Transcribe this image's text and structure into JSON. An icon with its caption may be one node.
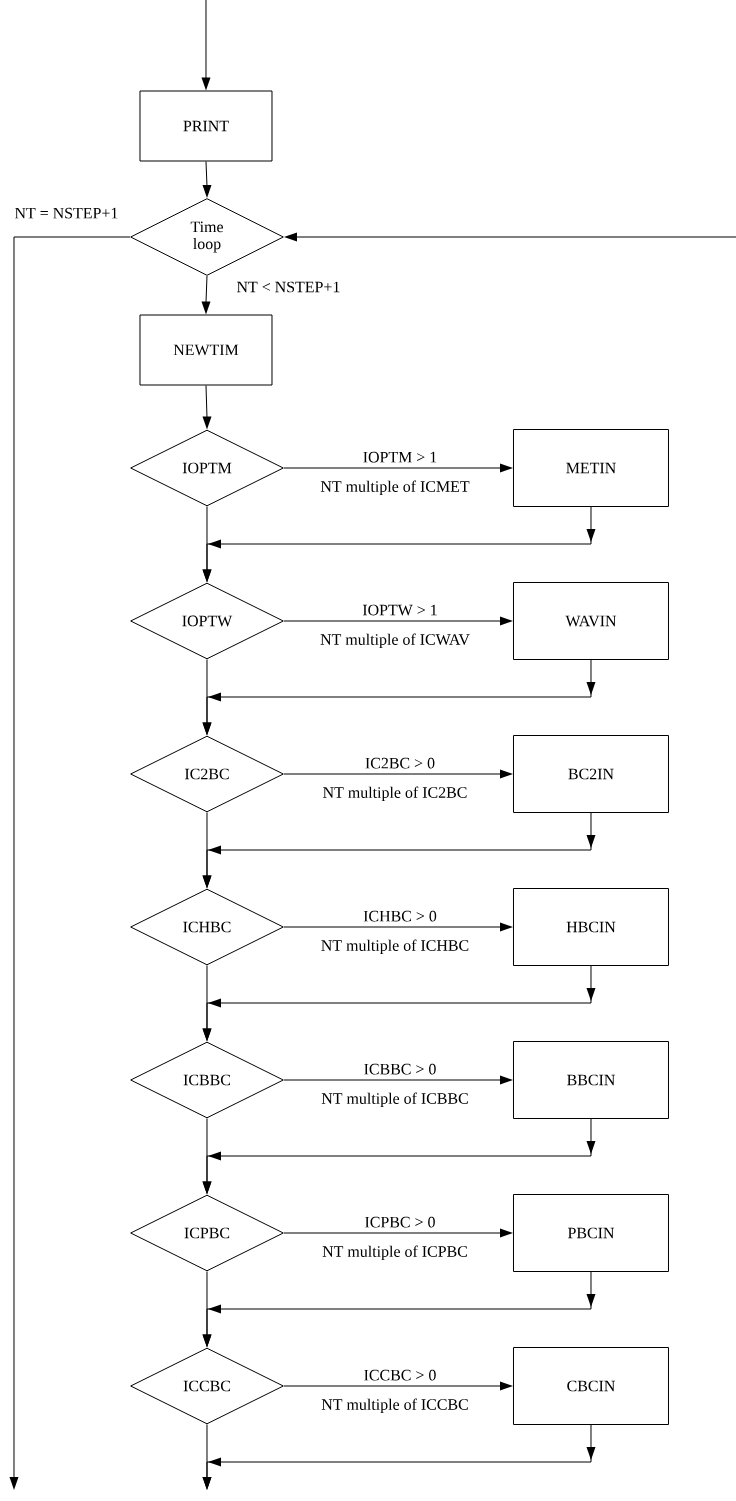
{
  "diagram": {
    "nodes": [
      {
        "text": [
          "PRINT"
        ]
      },
      {
        "text": [
          "Time loop"
        ]
      },
      {
        "text": [
          "NEWTIM"
        ]
      },
      {
        "text": [
          "IOPTM"
        ]
      },
      {
        "text": [
          "METIN"
        ]
      },
      {
        "text": [
          "IOPTW"
        ]
      },
      {
        "text": [
          "WAVIN"
        ]
      },
      {
        "text": [
          "IC2BC"
        ]
      },
      {
        "text": [
          "BC2IN"
        ]
      },
      {
        "text": [
          "ICHBC"
        ]
      },
      {
        "text": [
          "HBCIN"
        ]
      },
      {
        "text": [
          "ICBBC"
        ]
      },
      {
        "text": [
          "BBCIN"
        ]
      },
      {
        "text": [
          "ICPBC"
        ]
      },
      {
        "text": [
          "PBCIN"
        ]
      },
      {
        "text": [
          "ICCBC"
        ]
      },
      {
        "text": [
          "CBCIN"
        ]
      }
    ],
    "edges": [
      {
        "from": null,
        "to": 0,
        "arrow": "to"
      },
      {
        "from": 0,
        "to": 1,
        "arrow": "to"
      },
      {
        "from": 1,
        "to": null,
        "arrow": "to",
        "label": "NT = NSTEP+1"
      },
      {
        "from": null,
        "to": 1,
        "arrow": "to"
      },
      {
        "from": 1,
        "to": 2,
        "arrow": "to",
        "label": "NT < NSTEP+1"
      },
      {
        "from": 2,
        "to": 3,
        "arrow": "to"
      },
      {
        "from": 3,
        "to": 4,
        "arrow": "to",
        "label": "IOPTM > 1"
      },
      {
        "from": 4,
        "to": 5,
        "arrow": "to"
      },
      {
        "from": 3,
        "to": 5,
        "arrow": "to"
      },
      {
        "from": 5,
        "to": 6,
        "arrow": "to",
        "label": "IOPTW > 1"
      },
      {
        "from": 6,
        "to": 7,
        "arrow": "to"
      },
      {
        "from": 5,
        "to": 7,
        "arrow": "to"
      },
      {
        "from": 7,
        "to": 8,
        "arrow": "to",
        "label": "IC2BC > 0"
      },
      {
        "from": 8,
        "to": 9,
        "arrow": "to"
      },
      {
        "from": 7,
        "to": 9,
        "arrow": "to"
      },
      {
        "from": 9,
        "to": 10,
        "arrow": "to",
        "label": "ICHBC > 0"
      },
      {
        "from": 10,
        "to": 11,
        "arrow": "to"
      },
      {
        "from": 9,
        "to": 11,
        "arrow": "to"
      },
      {
        "from": 11,
        "to": 12,
        "arrow": "to",
        "label": "ICBBC > 0"
      },
      {
        "from": 12,
        "to": 13,
        "arrow": "to"
      },
      {
        "from": 11,
        "to": 13,
        "arrow": "to"
      },
      {
        "from": 13,
        "to": 14,
        "arrow": "to",
        "label": "ICPBC > 0"
      },
      {
        "from": 14,
        "to": 15,
        "arrow": "to"
      },
      {
        "from": 13,
        "to": 15,
        "arrow": "to"
      },
      {
        "from": 15,
        "to": 16,
        "arrow": "to",
        "label": "ICCBC > 0"
      },
      {
        "from": 16,
        "to": null,
        "arrow": "to"
      },
      {
        "from": 15,
        "to": null,
        "arrow": "to"
      }
    ],
    "labels": [
      "NT multiple of ICMET",
      "NT multiple of ICWAV",
      "NT multiple of IC2BC",
      "NT multiple of ICHBC",
      "NT multiple of ICBBC",
      "NT multiple of ICPBC",
      "NT multiple of ICCBC"
    ]
  }
}
